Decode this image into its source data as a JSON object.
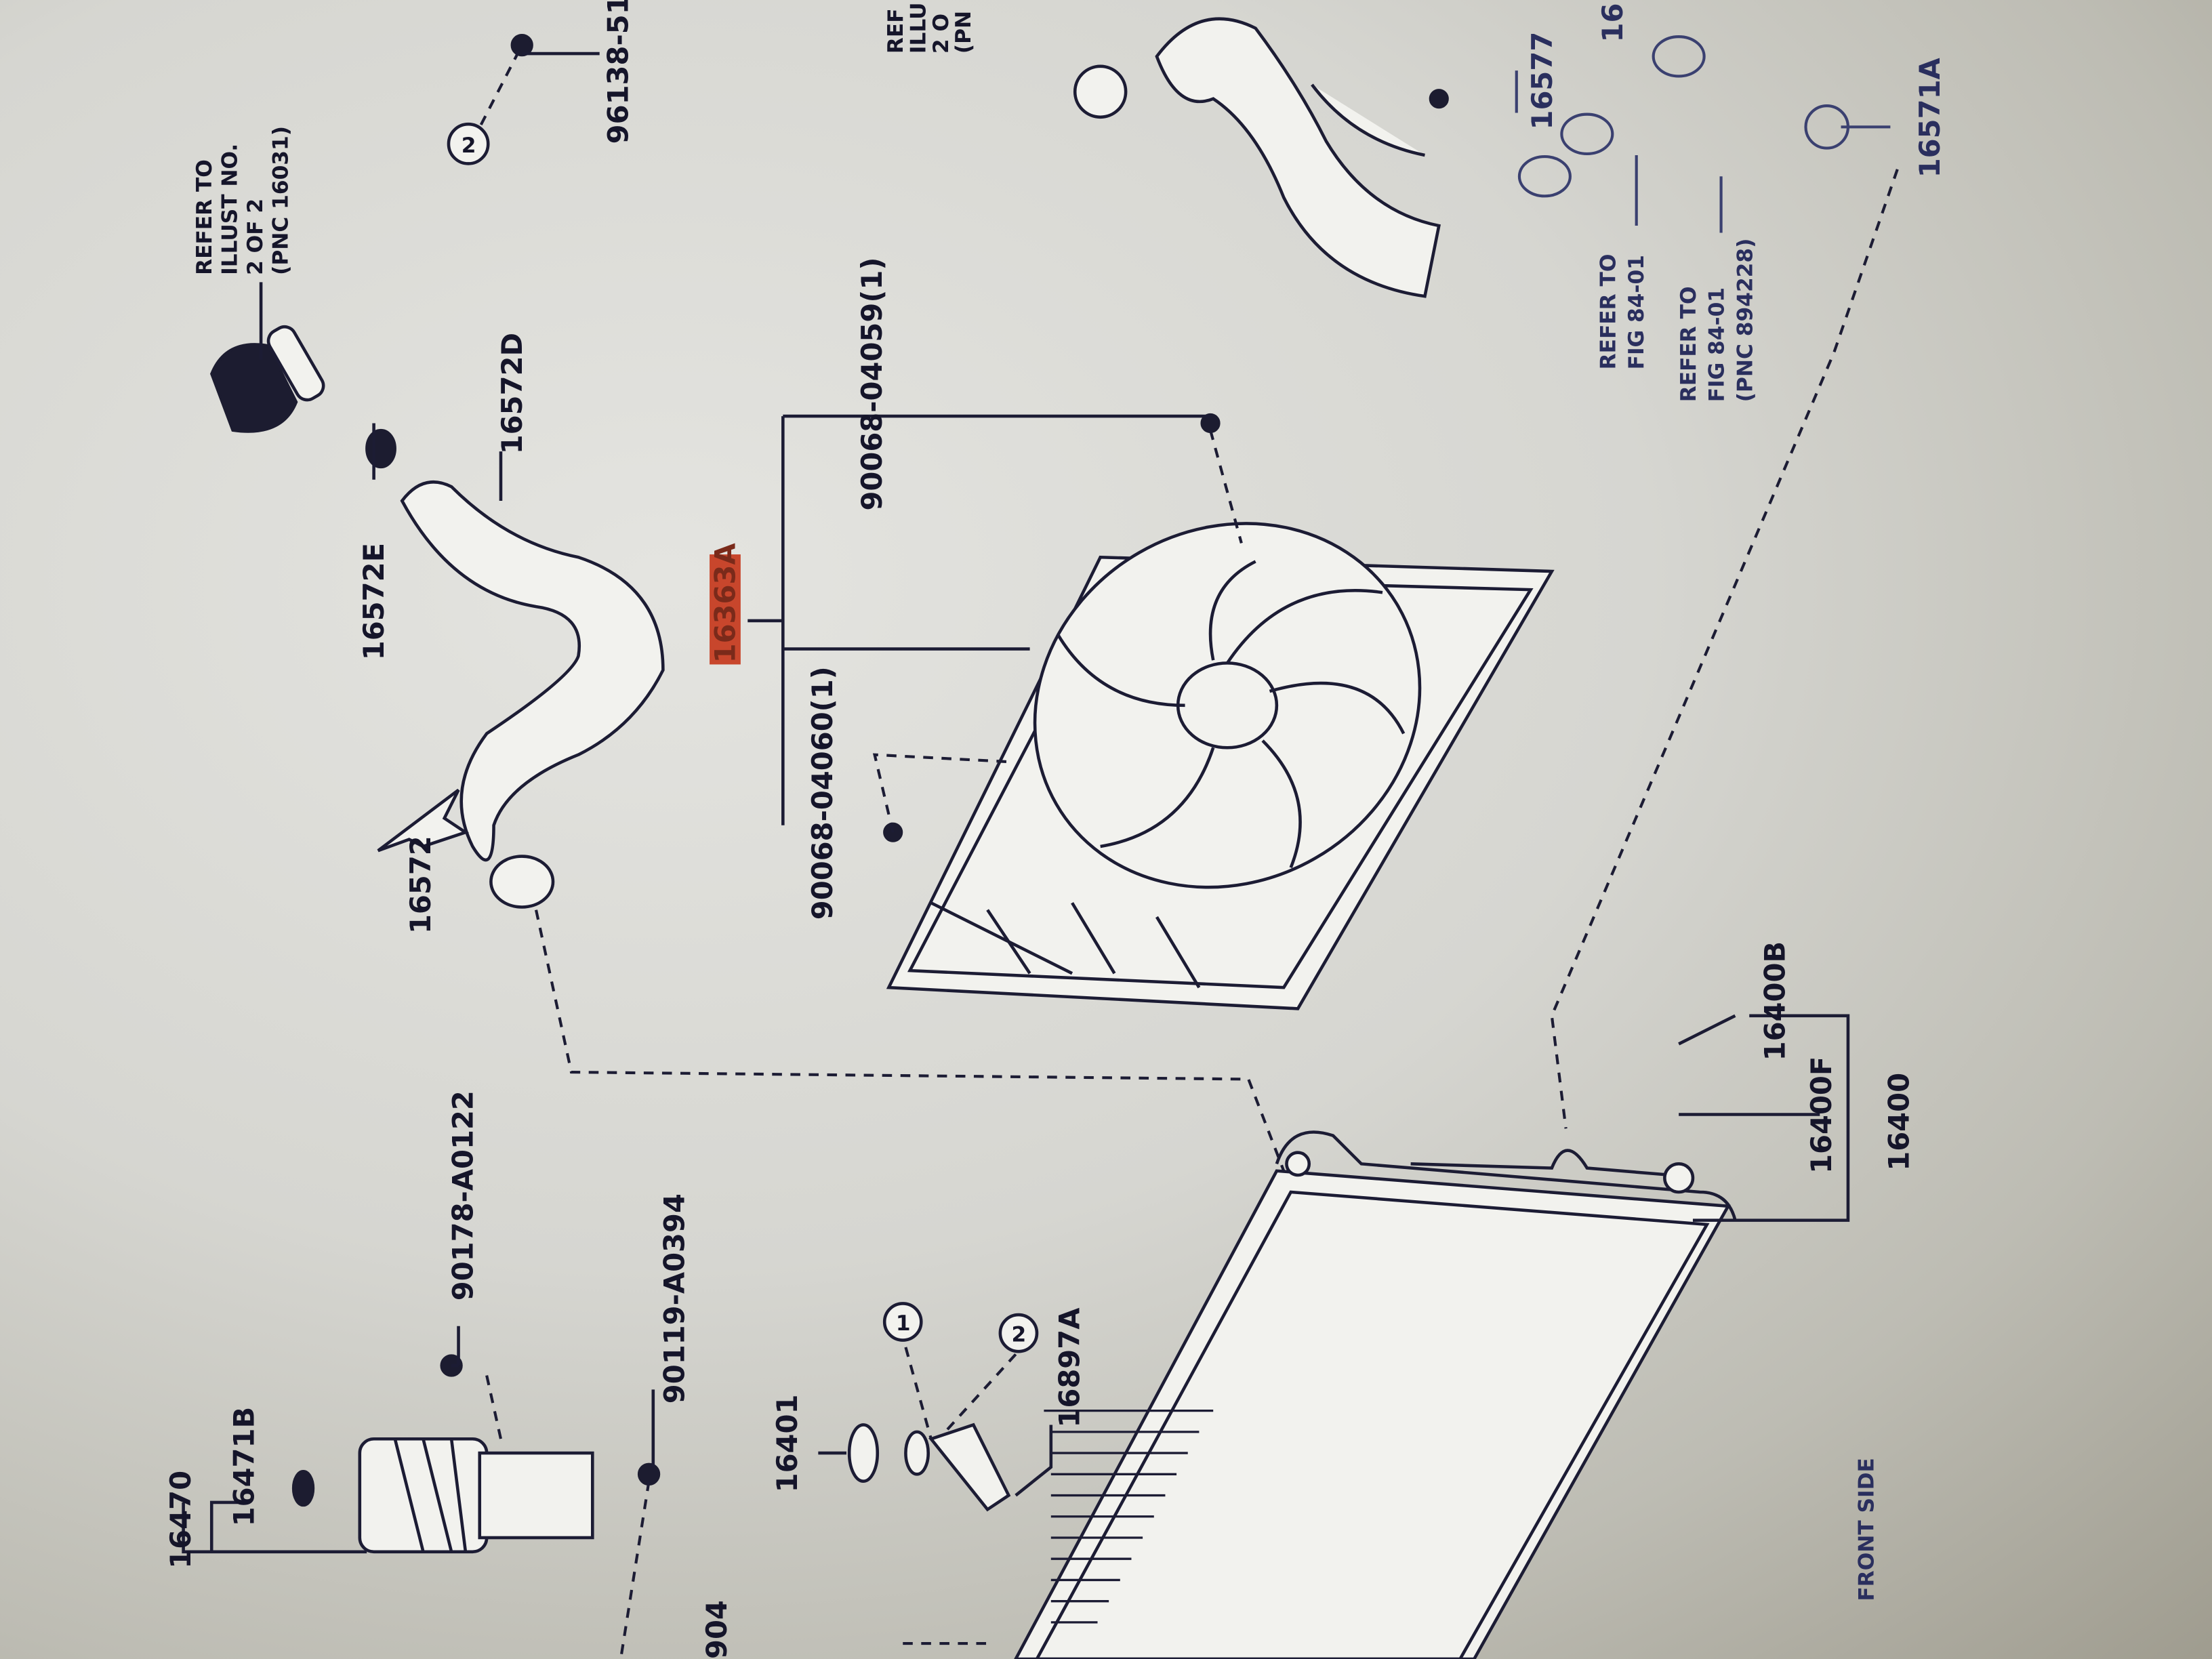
{
  "diagram": {
    "labels": {
      "refer_illust": [
        "REFER TO",
        "ILLUST NO.",
        "2 OF 2",
        "(PNC 16031)"
      ],
      "p96138": "96138-51",
      "circle2_top": "2",
      "p16572E": "16572E",
      "p16572D": "16572D",
      "p16572": "16572",
      "highlighted_part": "16363A",
      "p90068_04060": "90068-04060(1)",
      "p90068_04059": "90068-04059(1)",
      "p90178": "90178-A0122",
      "p90119": "90119-A0394",
      "p16470": "16470",
      "p16471B": "16471B",
      "p16401": "16401",
      "p16897A": "16897A",
      "circle1": "1",
      "circle2": "2",
      "p16400B": "16400B",
      "p16400F": "16400F",
      "p16400": "16400",
      "refer_fig_a": [
        "REFER TO",
        "FIG 84-01"
      ],
      "refer_fig_b": [
        "REFER TO",
        "FIG 84-01",
        "(PNC 894228)"
      ],
      "p16577": "16577",
      "p16_top": "16",
      "p16571A": "16571A",
      "refer_top_right": [
        "REF",
        "ILLU",
        "2 O",
        "(PN"
      ],
      "front_side": "FRONT SIDE",
      "p904": "904"
    },
    "highlight_color": "#c8462c"
  }
}
